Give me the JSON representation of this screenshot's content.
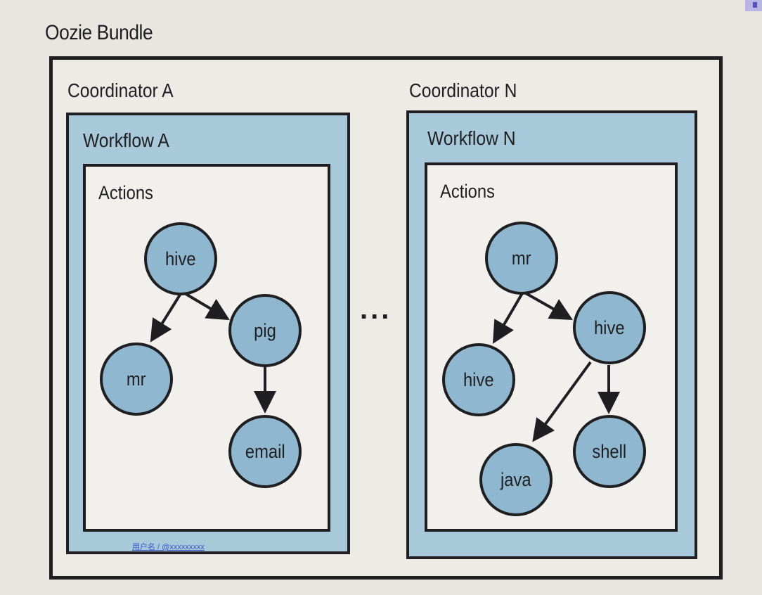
{
  "bundle": {
    "title": "Oozie Bundle"
  },
  "coordinators": [
    {
      "label": "Coordinator A",
      "workflow": "Workflow A",
      "actions_label": "Actions",
      "nodes": [
        "hive",
        "mr",
        "pig",
        "email"
      ]
    },
    {
      "label": "Coordinator N",
      "workflow": "Workflow N",
      "actions_label": "Actions",
      "nodes": [
        "mr",
        "hive",
        "hive",
        "java",
        "shell"
      ]
    }
  ],
  "ellipsis": "...",
  "watermark": "用户名 / @xxxxxxxxx",
  "colors": {
    "workflow_fill": "#a8c9da",
    "node_fill": "#8fb7cf",
    "outline": "#1f1f22",
    "background": "#ecebe6"
  }
}
